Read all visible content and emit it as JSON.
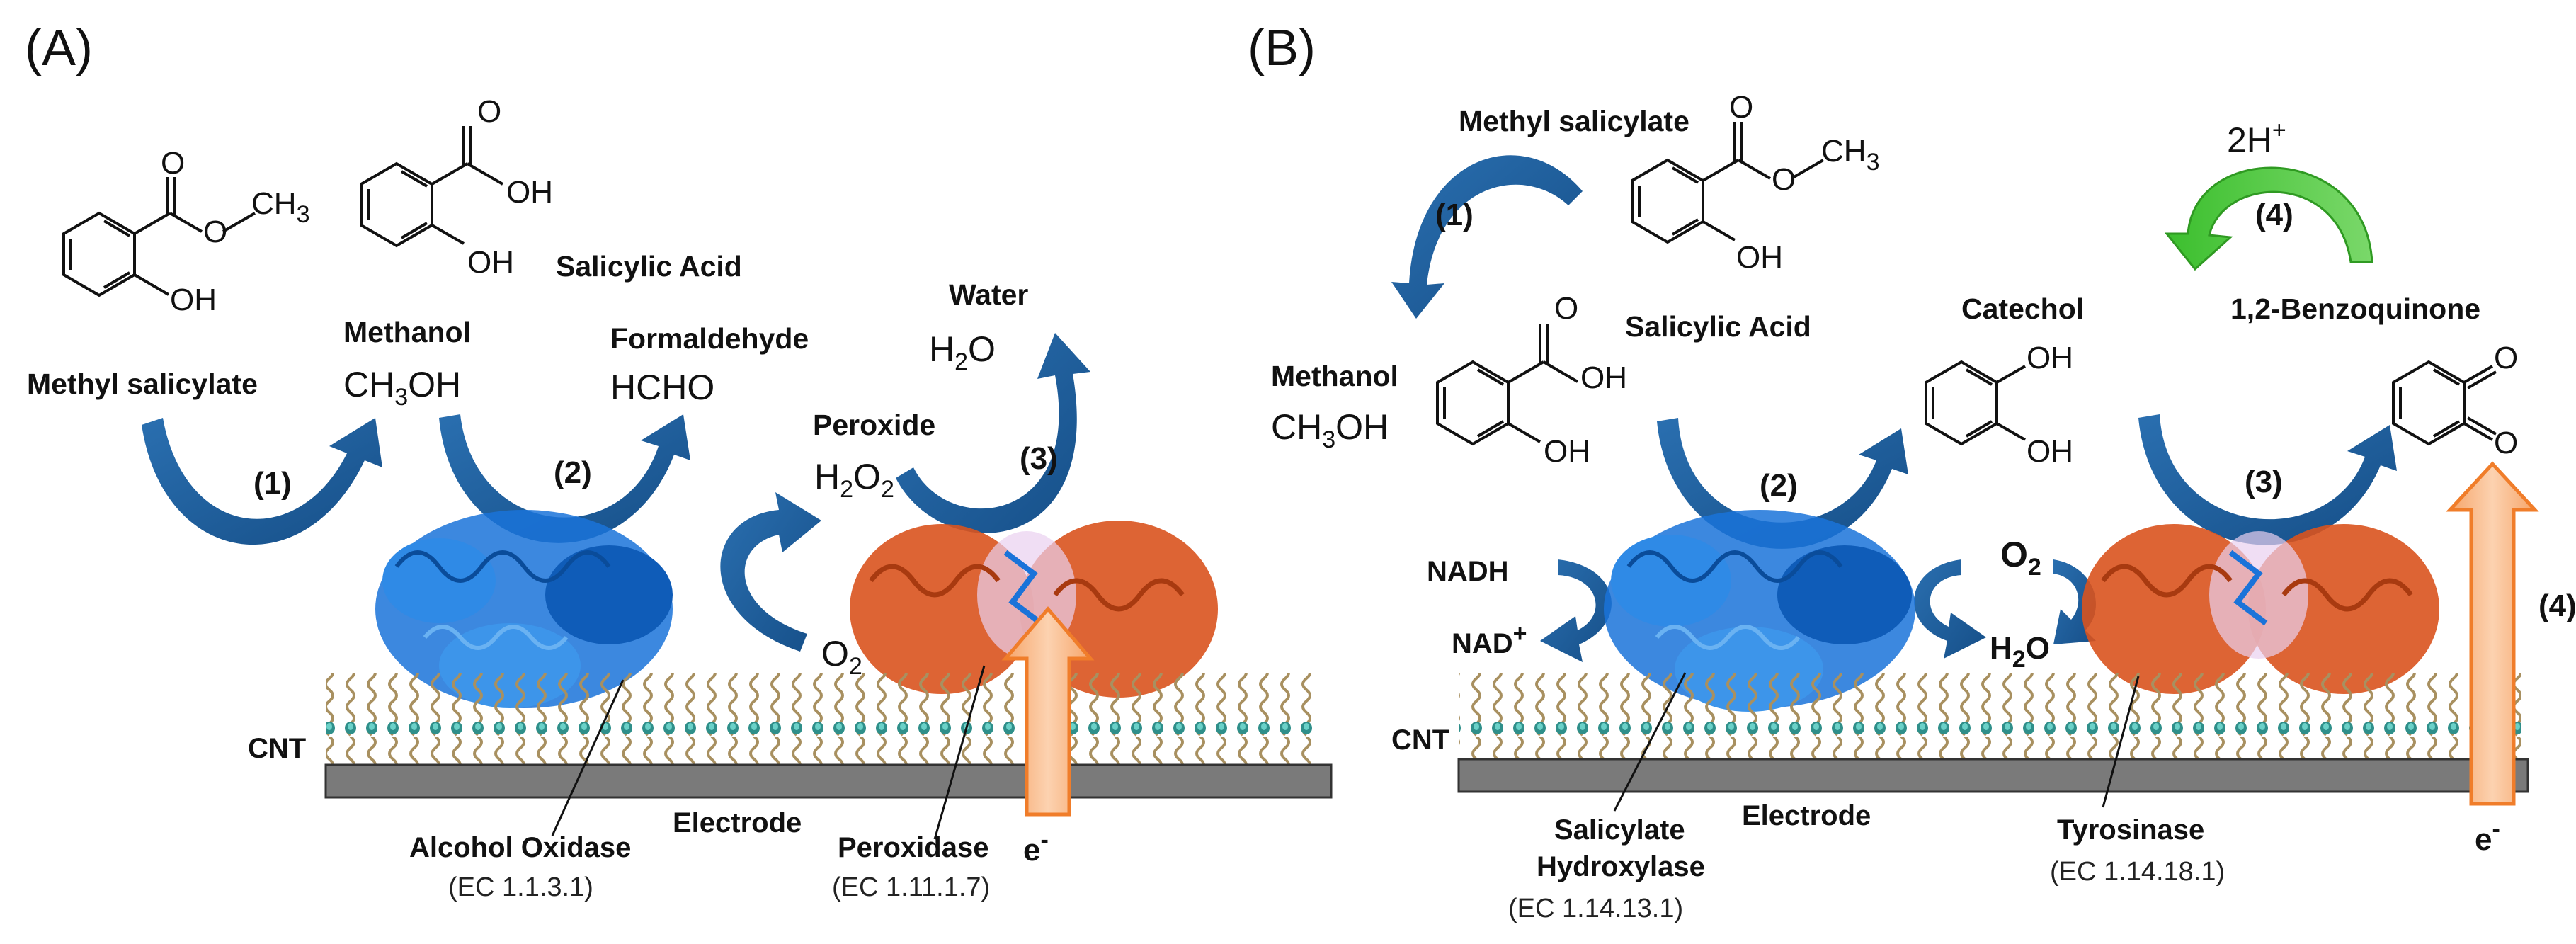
{
  "panel_a": {
    "label": "(A)",
    "methyl_salicylate": "Methyl salicylate",
    "methyl_salicylate_oh": "OH",
    "methyl_salicylate_o": "O",
    "methyl_salicylate_ch3": "CH",
    "methyl_salicylate_ch3_sub": "3",
    "salicylic_acid": "Salicylic Acid",
    "salicylic_acid_oh_top": "OH",
    "salicylic_acid_o": "O",
    "salicylic_acid_oh_bottom": "OH",
    "methanol": "Methanol",
    "methanol_formula_main": "CH",
    "methanol_formula_sub": "3",
    "methanol_formula_end": "OH",
    "formaldehyde": "Formaldehyde",
    "formaldehyde_formula": "HCHO",
    "peroxide": "Peroxide",
    "peroxide_h": "H",
    "peroxide_sub1": "2",
    "peroxide_o": "O",
    "peroxide_sub2": "2",
    "water": "Water",
    "water_h": "H",
    "water_sub": "2",
    "water_o": "O",
    "oxygen_o": "O",
    "oxygen_sub": "2",
    "step1": "(1)",
    "step2": "(2)",
    "step3": "(3)",
    "cnt": "CNT",
    "electrode": "Electrode",
    "electron": "e",
    "electron_sup": "-",
    "enzyme1_name": "Alcohol  Oxidase",
    "enzyme1_ec": "(EC 1.1.3.1)",
    "enzyme2_name": "Peroxidase",
    "enzyme2_ec": "(EC 1.11.1.7)"
  },
  "panel_b": {
    "label": "(B)",
    "methyl_salicylate": "Methyl salicylate",
    "methyl_salicylate_o": "O",
    "methyl_salicylate_o2": "O",
    "methyl_salicylate_ch3": "CH",
    "methyl_salicylate_ch3_sub": "3",
    "methyl_salicylate_oh": "OH",
    "salicylic_acid": "Salicylic Acid",
    "salicylic_acid_o": "O",
    "salicylic_acid_oh_top": "OH",
    "salicylic_acid_oh_bottom": "OH",
    "methanol": "Methanol",
    "methanol_formula_main": "CH",
    "methanol_formula_sub": "3",
    "methanol_formula_end": "OH",
    "catechol": "Catechol",
    "catechol_oh1": "OH",
    "catechol_oh2": "OH",
    "benzoquinone": "1,2-Benzoquinone",
    "benzoquinone_o1": "O",
    "benzoquinone_o2": "O",
    "protons": "2H",
    "protons_sup": "+",
    "nadh": "NADH",
    "nad": "NAD",
    "nad_sup": "+",
    "oxygen_o": "O",
    "oxygen_sub": "2",
    "water_h": "H",
    "water_sub": "2",
    "water_o": "O",
    "step1": "(1)",
    "step2": "(2)",
    "step3": "(3)",
    "step4_top": "(4)",
    "step4_right": "(4)",
    "cnt": "CNT",
    "electrode": "Electrode",
    "electron": "e",
    "electron_sup": "-",
    "enzyme1_line1": "Salicylate",
    "enzyme1_line2": "Hydroxylase",
    "enzyme1_ec": "(EC 1.14.13.1)",
    "enzyme2_name": "Tyrosinase",
    "enzyme2_ec": "(EC 1.14.18.1)"
  },
  "colors": {
    "blue_arrow": "#1f5f9e",
    "blue_arrow_light": "#3d86c6",
    "protein_blue": "#1a73d9",
    "protein_orange": "#d9531e",
    "electrode_gray": "#7a7a7a",
    "cnt_wave": "#a89060",
    "green_arrow": "#4cc43a",
    "electron_orange": "#f49a56"
  }
}
